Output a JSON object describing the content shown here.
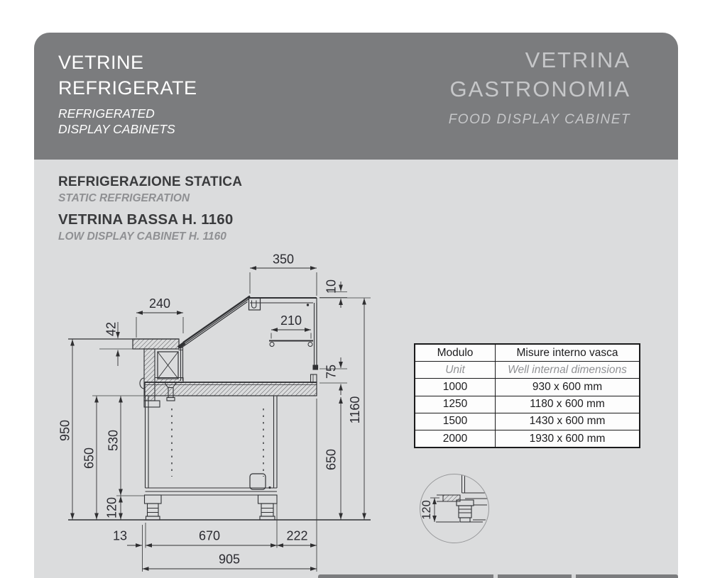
{
  "header": {
    "title_line1": "VETRINE",
    "title_line2": "REFRIGERATE",
    "subtitle_line1": "REFRIGERATED",
    "subtitle_line2": "DISPLAY CABINETS",
    "product_title_line1": "VETRINA",
    "product_title_line2": "GASTRONOMIA",
    "product_subtitle": "FOOD DISPLAY CABINET"
  },
  "section": {
    "refrigeration_it": "REFRIGERAZIONE STATICA",
    "refrigeration_en": "STATIC REFRIGERATION",
    "model_it": "VETRINA BASSA H. 1160",
    "model_en": "LOW DISPLAY CABINET H. 1160"
  },
  "table": {
    "col1_header_it": "Modulo",
    "col2_header_it": "Misure interno vasca",
    "col1_header_en": "Unit",
    "col2_header_en": "Well internal dimensions",
    "rows": [
      [
        "1000",
        "930 x 600 mm"
      ],
      [
        "1250",
        "1180 x 600 mm"
      ],
      [
        "1500",
        "1430 x 600 mm"
      ],
      [
        "2000",
        "1930 x 600 mm"
      ]
    ]
  },
  "drawing": {
    "dims": {
      "top_width": "350",
      "top_lip": "10",
      "rear_top_width": "240",
      "counter_thickness": "42",
      "shelf_width": "210",
      "front_panel_drop": "75",
      "overall_height": "1160",
      "counter_height": "950",
      "well_floor_height_left": "650",
      "well_floor_height_right": "650",
      "base_height": "530",
      "leg_height": "120",
      "front_offset": "13",
      "feet_span": "670",
      "rear_overhang": "222",
      "overall_depth": "905"
    }
  },
  "detail": {
    "foot_height": "120"
  },
  "colors": {
    "band": "#7b7c7e",
    "panel": "#dbdcdd",
    "header_text_left": "#ffffff",
    "header_text_right": "#c6c7c9",
    "dark_text": "#3a3b3d",
    "gray_text": "#8f9093",
    "line": "#303134"
  }
}
